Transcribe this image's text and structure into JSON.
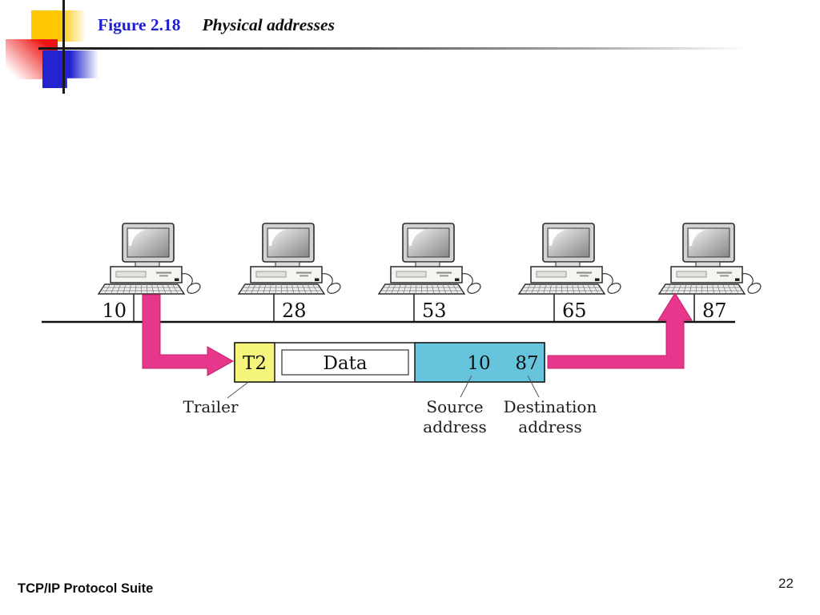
{
  "slide": {
    "title_prefix": "Figure 2.18",
    "title": "Physical addresses",
    "footer_left": "TCP/IP Protocol Suite",
    "page_number": "22"
  },
  "colors": {
    "title_blue": "#1e1ed2",
    "arrow_pink": "#e6378c",
    "trailer_yellow": "#f5f57d",
    "address_cyan": "#66c5dc",
    "decor_yellow": "#ffc703",
    "decor_red": "#ee1212",
    "decor_blue": "#2323cf"
  },
  "diagram": {
    "stations": [
      {
        "address": "10"
      },
      {
        "address": "28"
      },
      {
        "address": "53"
      },
      {
        "address": "65"
      },
      {
        "address": "87"
      }
    ],
    "frame": {
      "trailer": "T2",
      "data": "Data",
      "source": "10",
      "destination": "87"
    },
    "labels": {
      "trailer": "Trailer",
      "source_line1": "Source",
      "source_line2": "address",
      "destination_line1": "Destination",
      "destination_line2": "address"
    }
  }
}
